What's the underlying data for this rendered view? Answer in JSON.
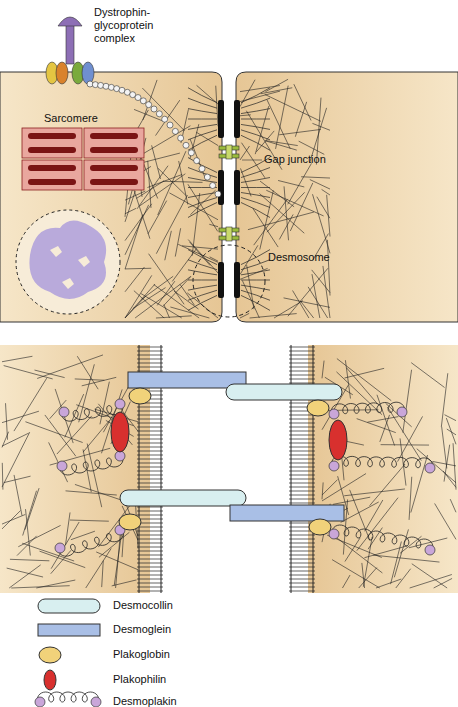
{
  "diagram": {
    "labels": [
      "Dystrophin-glycoprotein complex",
      "Sarcomere",
      "Gap junction",
      "Desmosome"
    ],
    "legend": [
      {
        "text": "Desmocollin"
      },
      {
        "text": "Desmoglein"
      },
      {
        "text": "Plakoglobin"
      },
      {
        "text": "Plakophilin"
      },
      {
        "text": "Desmoplakin"
      }
    ]
  }
}
